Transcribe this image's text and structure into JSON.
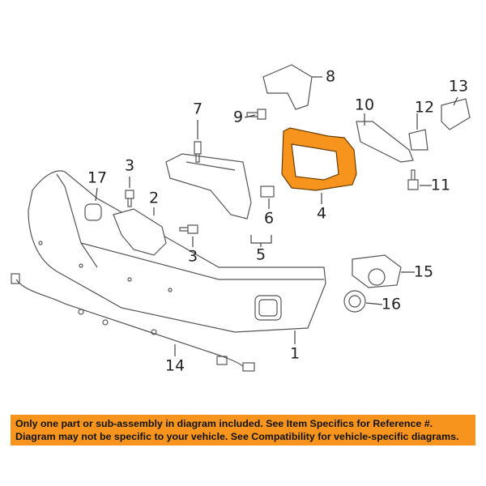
{
  "diagram": {
    "highlight_color": "#F7941D",
    "highlighted_part": "4",
    "callouts": [
      "8",
      "13",
      "10",
      "12",
      "7",
      "9",
      "3",
      "17",
      "2",
      "6",
      "4",
      "11",
      "3",
      "5",
      "15",
      "16",
      "1",
      "14"
    ]
  },
  "banner": {
    "line1": "Only one part or sub-assembly in diagram included. See Item Specifics for Reference #.",
    "line2": "Diagram may not be specific to your vehicle. See Compatibility for vehicle-specific diagrams.",
    "color": "#F7941D"
  }
}
